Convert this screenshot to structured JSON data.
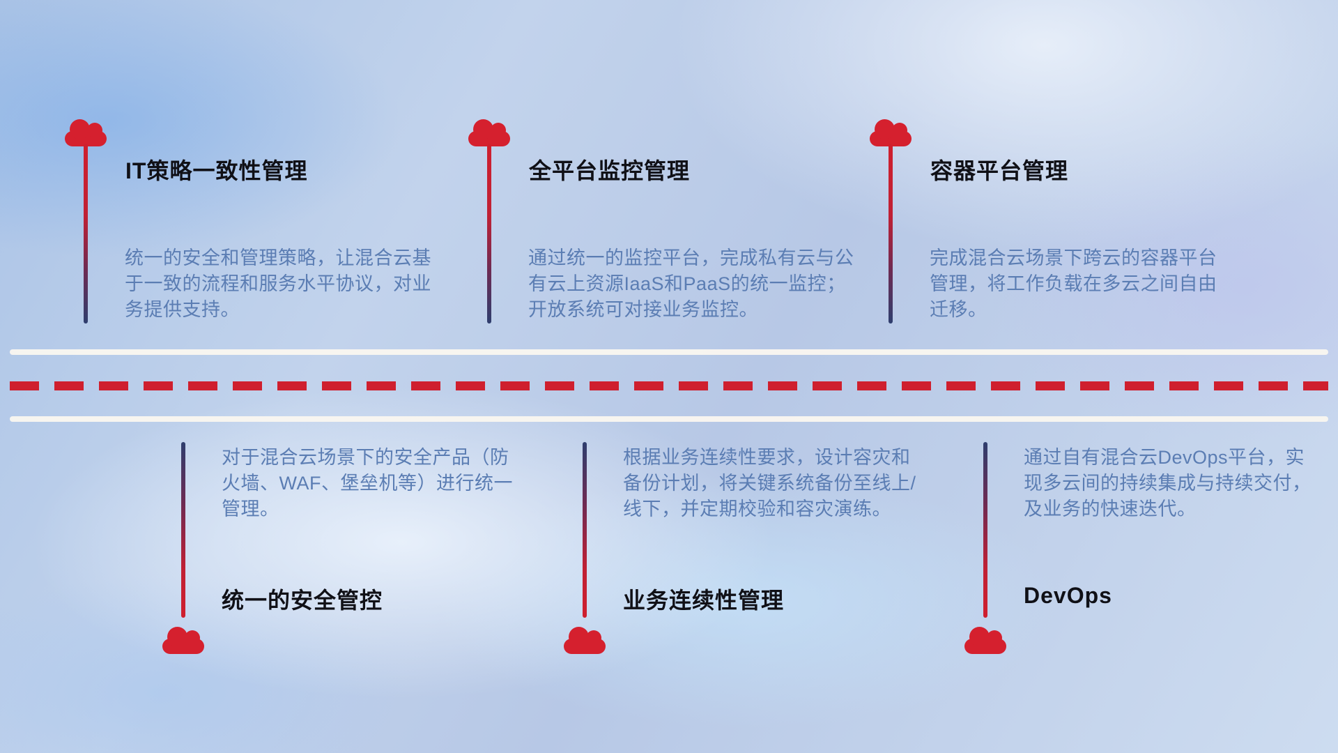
{
  "colors": {
    "cloud_red": "#d5202e",
    "line_red": "#cf1f2e",
    "line_navy": "#2e3e6e",
    "dash_red": "#cf1f2e",
    "road_white": "#faf7f0",
    "title_text": "#101016",
    "desc_text": "#5b7db3",
    "background_blue": "#b7c8e6"
  },
  "top_items": [
    {
      "title": "IT策略一致性管理",
      "desc": "统一的安全和管理策略，让混合云基于一致的流程和服务水平协议，对业务提供支持。"
    },
    {
      "title": "全平台监控管理",
      "desc": "通过统一的监控平台，完成私有云与公有云上资源IaaS和PaaS的统一监控；开放系统可对接业务监控。"
    },
    {
      "title": "容器平台管理",
      "desc": "完成混合云场景下跨云的容器平台管理，将工作负载在多云之间自由迁移。"
    }
  ],
  "bottom_items": [
    {
      "title": "统一的安全管控",
      "desc": "对于混合云场景下的安全产品（防火墙、WAF、堡垒机等）进行统一管理。"
    },
    {
      "title": "业务连续性管理",
      "desc": "根据业务连续性要求，设计容灾和备份计划，将关键系统备份至线上/线下，并定期校验和容灾演练。"
    },
    {
      "title": "DevOps",
      "desc": "通过自有混合云DevOps平台，实现多云间的持续集成与持续交付，及业务的快速迭代。"
    }
  ]
}
